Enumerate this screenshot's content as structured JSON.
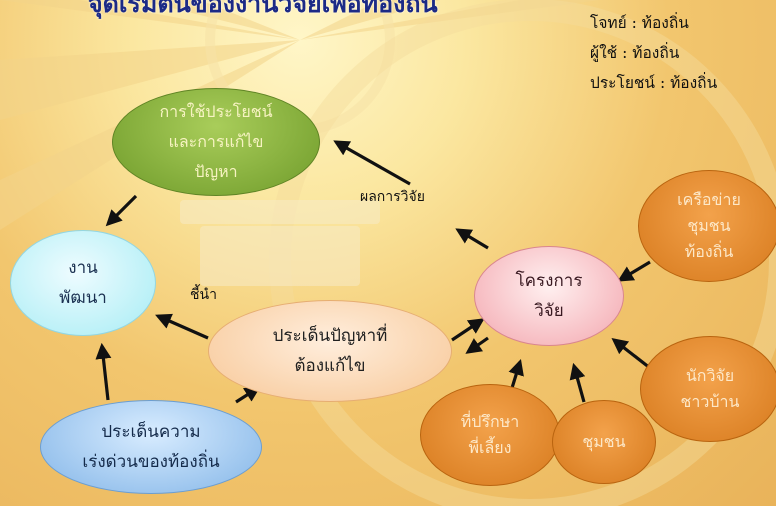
{
  "title": "จุดเริ่มต้นของงานวิจัยเพื่อท้องถิ่น",
  "legend": {
    "owner": "โจทย์ : ท้องถิ่น",
    "user": "ผู้ใช้ : ท้องถิ่น",
    "benefit": "ประโยชน์ : ท้องถิ่น"
  },
  "nodes": {
    "use": {
      "line1": "การใช้ประโยชน์",
      "line2": "และการแก้ไข",
      "line3": "ปัญหา"
    },
    "dev": {
      "line1": "งาน",
      "line2": "พัฒนา"
    },
    "issue": {
      "line1": "ประเด็นปัญหาที่",
      "line2": "ต้องแก้ไข"
    },
    "urgent": {
      "line1": "ประเด็นความ",
      "line2": "เร่งด่วนของท้องถิ่น"
    },
    "project": {
      "line1": "โครงการ",
      "line2": "วิจัย"
    },
    "network": {
      "line1": "เครือข่าย",
      "line2": "ชุมชน",
      "line3": "ท้องถิ่น"
    },
    "villager": {
      "line1": "นักวิจัย",
      "line2": "ชาวบ้าน"
    },
    "mentor": {
      "line1": "ที่ปรึกษา",
      "line2": "พี่เลี้ยง"
    },
    "community": {
      "line1": "ชุมชน"
    }
  },
  "edge_labels": {
    "result": "ผลการวิจัย",
    "guide": "ชี้นำ"
  },
  "colors": {
    "title": "#1c2a86",
    "green": "#7fa934",
    "cyan": "#bff1f7",
    "peach": "#f9d3a8",
    "blue": "#95c1ec",
    "pink": "#f6b6bd",
    "orange": "#e08a2c"
  }
}
